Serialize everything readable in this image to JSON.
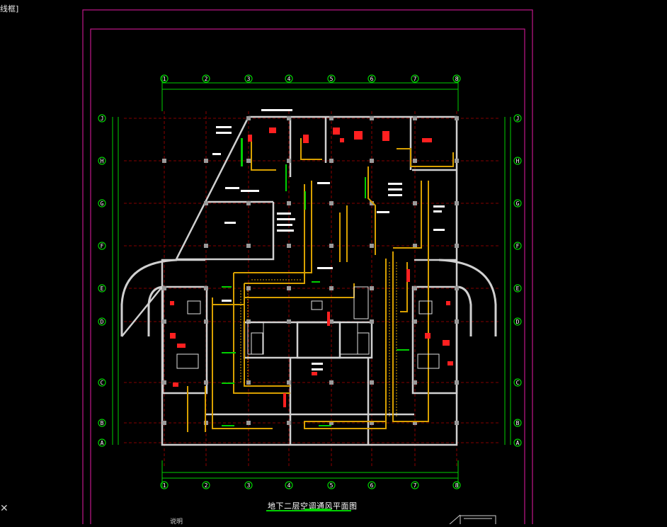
{
  "viewport": {
    "label": "线框]"
  },
  "drawing": {
    "title": "地下二层空调通风平面图",
    "note_label": "说明"
  },
  "axes": {
    "columns": [
      "1",
      "2",
      "3",
      "4",
      "5",
      "6",
      "7",
      "8"
    ],
    "rows": [
      "J",
      "H",
      "G",
      "F",
      "E",
      "D",
      "C",
      "B",
      "A"
    ]
  },
  "colors": {
    "background": "#000000",
    "frame": "#c0188a",
    "wall": "#d0d0d0",
    "grid": "#c00000",
    "dimension": "#00d000",
    "duct": "#d8a000",
    "equipment": "#ff2020",
    "label": "#ffffff"
  },
  "icons": {
    "ucs": "ucs-cross-icon"
  }
}
